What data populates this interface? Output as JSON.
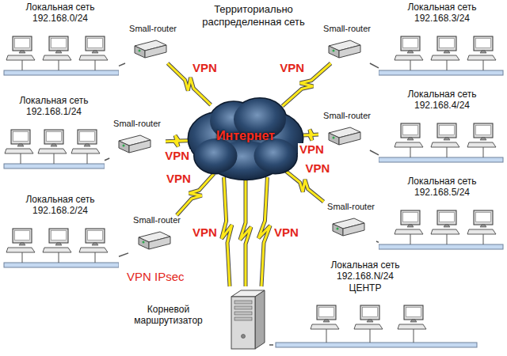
{
  "diagram": {
    "title": "Территориально распределенная сеть",
    "nodes": [
      {
        "text": [
          "Интернет"
        ]
      },
      {
        "text": [
          "Локальная сеть 192.168.0/24"
        ]
      },
      {
        "text": [
          "Small-router"
        ]
      },
      {
        "text": [
          "Локальная сеть 192.168.1/24"
        ]
      },
      {
        "text": [
          "Small-router"
        ]
      },
      {
        "text": [
          "Локальная сеть 192.168.2/24"
        ]
      },
      {
        "text": [
          "Small-router"
        ]
      },
      {
        "text": [
          "Локальная сеть 192.168.3/24"
        ]
      },
      {
        "text": [
          "Small-router"
        ]
      },
      {
        "text": [
          "Локальная сеть 192.168.4/24"
        ]
      },
      {
        "text": [
          "Small-router"
        ]
      },
      {
        "text": [
          "Локальная сеть 192.168.5/24"
        ]
      },
      {
        "text": [
          "Small-router"
        ]
      },
      {
        "text": [
          "Корневой маршрутизатор"
        ]
      },
      {
        "text": [
          "Локальная сеть 192.168.N/24 ЦЕНТР"
        ]
      }
    ],
    "edges": [
      {
        "from": 1,
        "to": 2,
        "arrow": "none"
      },
      {
        "from": 2,
        "to": 0,
        "label": "VPN",
        "arrow": "none"
      },
      {
        "from": 3,
        "to": 4,
        "arrow": "none"
      },
      {
        "from": 4,
        "to": 0,
        "label": "VPN",
        "arrow": "none"
      },
      {
        "from": 5,
        "to": 6,
        "arrow": "none"
      },
      {
        "from": 6,
        "to": 0,
        "label": "VPN",
        "arrow": "none"
      },
      {
        "from": 7,
        "to": 8,
        "arrow": "none"
      },
      {
        "from": 8,
        "to": 0,
        "label": "VPN",
        "arrow": "none"
      },
      {
        "from": 9,
        "to": 10,
        "arrow": "none"
      },
      {
        "from": 10,
        "to": 0,
        "label": "VPN",
        "arrow": "none"
      },
      {
        "from": 11,
        "to": 12,
        "arrow": "none"
      },
      {
        "from": 12,
        "to": 0,
        "label": "VPN",
        "arrow": "none"
      },
      {
        "from": 13,
        "to": 0,
        "label": "VPN",
        "arrow": "none"
      },
      {
        "from": 13,
        "to": 0,
        "arrow": "none"
      },
      {
        "from": 13,
        "to": 0,
        "label": "VPN",
        "arrow": "none"
      },
      {
        "from": 14,
        "to": 13,
        "arrow": "none"
      }
    ],
    "labels": [
      "VPN IPsec"
    ]
  }
}
